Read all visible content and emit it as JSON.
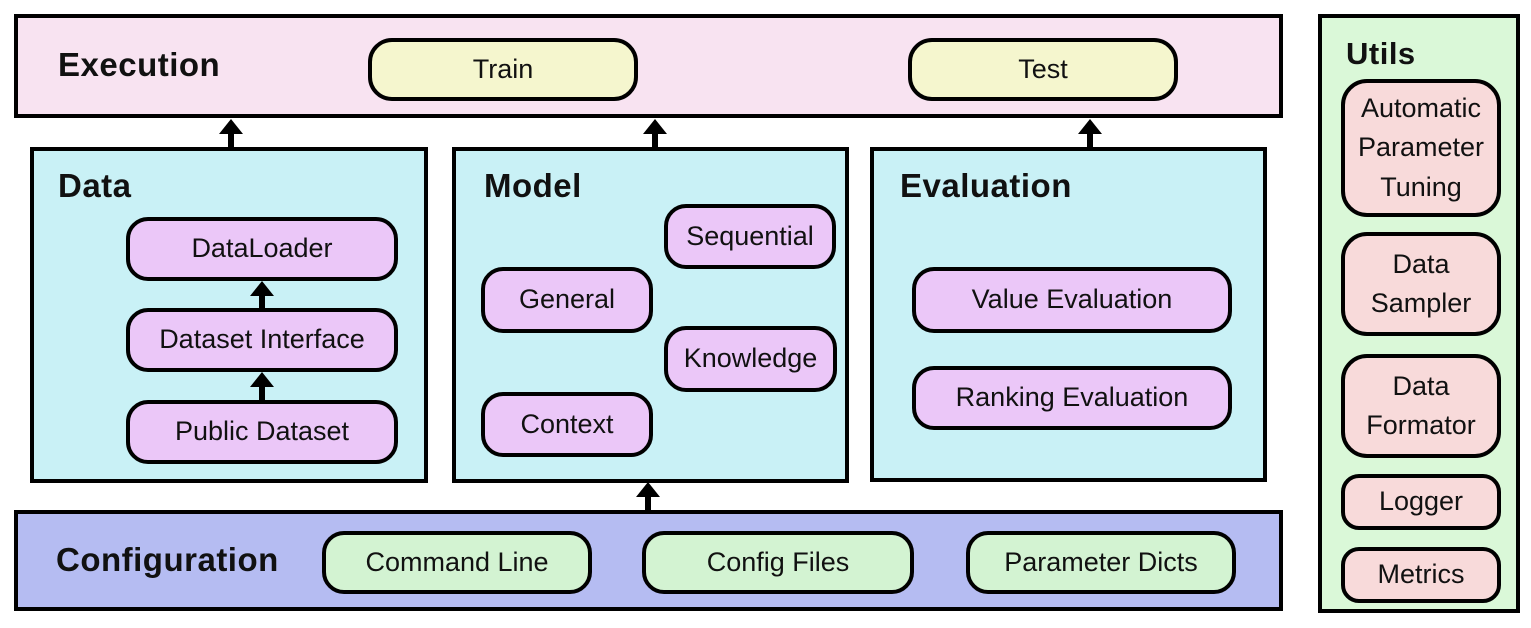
{
  "colors": {
    "execution_bg": "#f8e3f1",
    "action_pill_bg": "#f5f6ce",
    "module_bg": "#c9f1f6",
    "module_pill_bg": "#ebc7f8",
    "configuration_bg": "#b5bcf2",
    "config_pill_bg": "#d3f3d2",
    "utils_bg": "#daf8d8",
    "utils_pill_bg": "#f8dada",
    "border": "#000000"
  },
  "sections": {
    "execution": {
      "label": "Execution",
      "pills": [
        "Train",
        "Test"
      ]
    },
    "data": {
      "label": "Data",
      "pills": [
        "DataLoader",
        "Dataset Interface",
        "Public Dataset"
      ]
    },
    "model": {
      "label": "Model",
      "pills": [
        "Sequential",
        "General",
        "Knowledge",
        "Context"
      ]
    },
    "evaluation": {
      "label": "Evaluation",
      "pills": [
        "Value Evaluation",
        "Ranking Evaluation"
      ]
    },
    "configuration": {
      "label": "Configuration",
      "pills": [
        "Command Line",
        "Config Files",
        "Parameter Dicts"
      ]
    },
    "utils": {
      "label": "Utils",
      "pills": [
        "Automatic Parameter Tuning",
        "Data Sampler",
        "Data Formator",
        "Logger",
        "Metrics"
      ]
    }
  },
  "arrows": [
    {
      "from": "Data",
      "to": "Execution"
    },
    {
      "from": "Model",
      "to": "Execution"
    },
    {
      "from": "Evaluation",
      "to": "Execution"
    },
    {
      "from": "Configuration",
      "to": "Model"
    },
    {
      "from": "Public Dataset",
      "to": "Dataset Interface"
    },
    {
      "from": "Dataset Interface",
      "to": "DataLoader"
    }
  ]
}
